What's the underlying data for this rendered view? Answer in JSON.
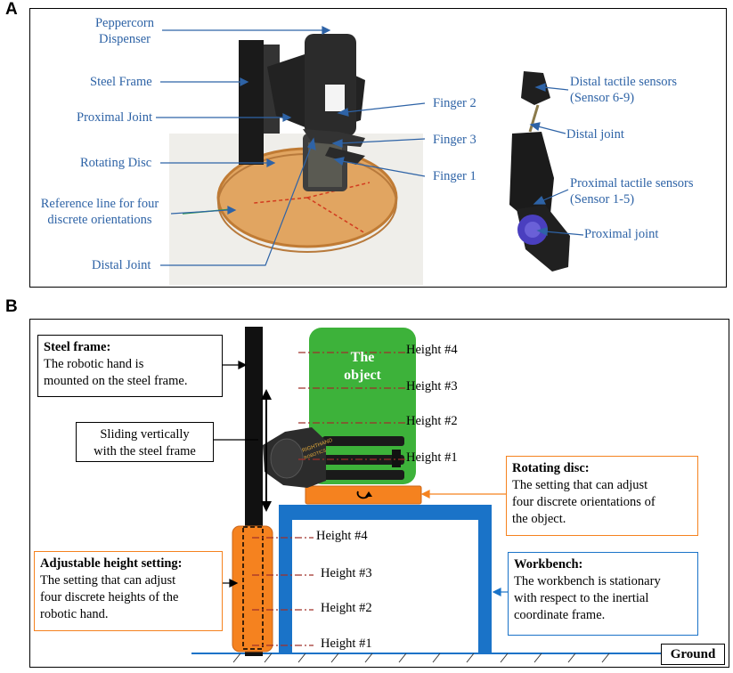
{
  "panel_a": {
    "letter": "A",
    "labels": {
      "peppercorn": [
        "Peppercorn",
        "Dispenser"
      ],
      "steel_frame": "Steel Frame",
      "proximal_joint": "Proximal Joint",
      "rotating_disc": "Rotating Disc",
      "reference_line": [
        "Reference line for four",
        "discrete orientations"
      ],
      "distal_joint": "Distal Joint",
      "finger2": "Finger 2",
      "finger3": "Finger 3",
      "finger1": "Finger 1",
      "distal_sensors": [
        "Distal tactile sensors",
        "(Sensor 6-9)"
      ],
      "distal_joint_r": "Distal joint",
      "proximal_sensors": [
        "Proximal tactile sensors",
        "(Sensor 1-5)"
      ],
      "proximal_joint_r": "Proximal joint"
    }
  },
  "panel_b": {
    "letter": "B",
    "object_label": [
      "The",
      "object"
    ],
    "object_heights": [
      "Height #4",
      "Height #3",
      "Height #2",
      "Height #1"
    ],
    "setting_heights": [
      "Height #4",
      "Height #3",
      "Height #2",
      "Height #1"
    ],
    "sliding": [
      "Sliding vertically",
      "with the steel frame"
    ],
    "steel_frame": {
      "title": "Steel frame:",
      "lines": [
        "The robotic hand is",
        "mounted on the steel frame."
      ]
    },
    "rotating_disc": {
      "title": "Rotating disc:",
      "lines": [
        "The setting that can adjust",
        "four discrete orientations of",
        "the object."
      ]
    },
    "adjustable": {
      "title": "Adjustable height setting:",
      "lines": [
        "The setting that can adjust",
        "four discrete heights of the",
        "robotic hand."
      ]
    },
    "workbench": {
      "title": "Workbench:",
      "lines": [
        "The workbench is stationary",
        "with respect to the inertial",
        "coordinate frame."
      ]
    },
    "ground": "Ground",
    "hand_brand": [
      "RIGHTHAND",
      "ROBOTICS"
    ],
    "colors": {
      "object": "#3db23a",
      "orange": "#f5821f",
      "blue": "#1a73c8",
      "red_dash": "#a0302a"
    }
  }
}
